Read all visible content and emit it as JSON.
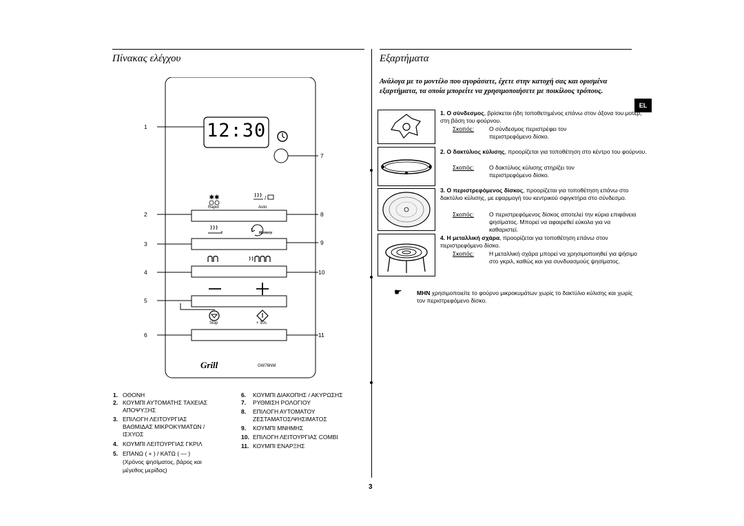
{
  "left_section": {
    "title": "Πίνακας ελέγχου",
    "panel": {
      "display_time": "12:30",
      "labels": {
        "rapid": "Rapid",
        "auto": "Auto",
        "memory": "Memory",
        "stop": "Stop",
        "plus30": "+ 30s",
        "model": "GW76NM",
        "brand": "Grill"
      },
      "callouts": [
        "1",
        "2",
        "3",
        "4",
        "5",
        "6",
        "7",
        "8",
        "9",
        "10",
        "11"
      ]
    },
    "legend_left": [
      {
        "num": "1.",
        "text": "ΟΘΟΝΗ"
      },
      {
        "num": "2.",
        "text": "ΚΟΥΜΠΙ ΑΥΤΟΜΑΤΗΣ ΤΑΧΕΙΑΣ"
      },
      {
        "num": "",
        "text": "ΑΠΟΨΥΞΗΣ"
      },
      {
        "num": "3.",
        "text": "ΕΠΙΛΟΓΗ ΛΕΙΤΟΥΡΓΙΑΣ"
      },
      {
        "num": "",
        "text": "ΒΑΘΜΙΔΑΣ ΜΙΚΡΟΚΥΜΑΤΩΝ /"
      },
      {
        "num": "",
        "text": "ΙΣΧΥΟΣ"
      },
      {
        "num": "4.",
        "text": "ΚΟΥΜΠΙ ΛΕΙΤΟΥΡΓΙΑΣ ΓΚΡΙΛ"
      },
      {
        "num": "5.",
        "text": "ΕΠΑΝΩ ( + ) / ΚΑΤΩ ( — )"
      },
      {
        "num": "",
        "text": "(Χρόνος ψησίματος, βάρος και"
      },
      {
        "num": "",
        "text": "μέγεθος μερίδας)"
      }
    ],
    "legend_right": [
      {
        "num": "6.",
        "text": "ΚΟΥΜΠΙ ΔΙΑΚΟΠΗΣ / ΑΚΥΡΩΣΗΣ"
      },
      {
        "num": "7.",
        "text": "ΡΥΘΜΙΣΗ ΡΟΛΟΓΙΟΥ"
      },
      {
        "num": "8.",
        "text": "ΕΠΙΛΟΓΗ ΑΥΤΟΜΑΤΟΥ"
      },
      {
        "num": "",
        "text": "ΖΕΣΤΑΜΑΤΟΣ/ΨΗΣΙΜΑΤΟΣ"
      },
      {
        "num": "9.",
        "text": "ΚΟΥΜΠΙ ΜΝΗΜΗΣ"
      },
      {
        "num": "10.",
        "text": "ΕΠΙΛΟΓΗ ΛΕΙΤΟΥΡΓΙΑΣ COMBI"
      },
      {
        "num": "11.",
        "text": "ΚΟΥΜΠΙ ΕΝΑΡΞΗΣ"
      }
    ]
  },
  "right_section": {
    "title": "Εξαρτήματα",
    "intro": "Ανάλογα με το μοντέλο που αγοράσατε, έχετε στην κατοχή σας και ορισμένα εξαρτήματα, τα οποία μπορείτε να χρησιμοποιήσετε με ποικίλους τρόπους.",
    "language_badge": "EL",
    "accessories": [
      {
        "num": "1.",
        "name": "Ο σύνδεσμος",
        "desc": ", βρίσκεται ήδη τοποθετημένος επάνω στον άξονα του μοτέρ, στη βάση του φούρνου.",
        "purpose_label": "Σκοπός:",
        "purpose": "Ο σύνδεσμος περιστρέφει τον περιστρεφόμενο δίσκο."
      },
      {
        "num": "2.",
        "name": "Ο δακτύλιος κύλισης",
        "desc": ", προορίζεται για τοποθέτηση στο κέντρο του φούρνου.",
        "purpose_label": "Σκοπός:",
        "purpose": "Ο δακτύλιος κύλισης στηρίζει τον περιστρεφόμενο δίσκο."
      },
      {
        "num": "3.",
        "name": "Ο περιστρεφόμενος δίσκος",
        "desc": ", προορίζεται για τοποθέτηση επάνω στο δακτύλιο κύλισης, με εφαρμογή του κεντρικού σφιγκτήρα στο σύνδεσμο.",
        "purpose_label": "Σκοπός:",
        "purpose": "Ο περιστρεφόμενος δίσκος αποτελεί την κύρια επιφάνεια ψησίματος. Μπορεί να αφαιρεθεί εύκολα για να καθαριστεί."
      },
      {
        "num": "4.",
        "name": "Η μεταλλική σχάρα",
        "desc": ", προορίζεται για τοποθέτηση επάνω στον περιστρεφόμενο δίσκο.",
        "purpose_label": "Σκοπός:",
        "purpose": "Η μεταλλική σχάρα μπορεί να χρησιμοποιηθεί για ψήσιμο στο γκριλ, καθώς και για συνδυασμούς ψησίματος."
      }
    ],
    "warning": {
      "bold": "ΜΗΝ",
      "text": " χρησιμοποιείτε το φούρνο μικροκυμάτων χωρίς το δακτύλιο κύλισης και χωρίς τον περιστρεφόμενο δίσκο."
    }
  },
  "page_number": "3"
}
